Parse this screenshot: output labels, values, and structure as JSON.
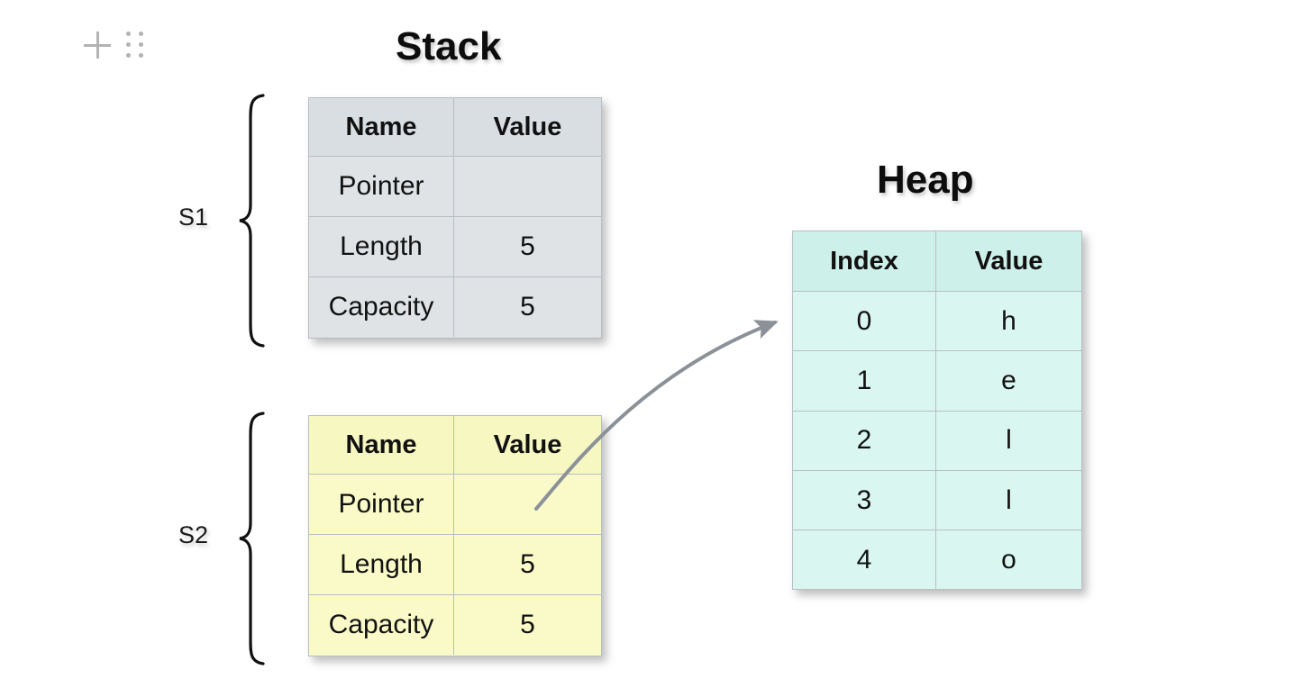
{
  "toolbar": {
    "add_icon": "plus-icon",
    "grid_icon": "grid-dots-icon"
  },
  "stack": {
    "title": "Stack",
    "frames": [
      {
        "label": "S1",
        "color": "#dfe3e6",
        "columns": [
          "Name",
          "Value"
        ],
        "rows": [
          {
            "name": "Pointer",
            "value": ""
          },
          {
            "name": "Length",
            "value": "5"
          },
          {
            "name": "Capacity",
            "value": "5"
          }
        ]
      },
      {
        "label": "S2",
        "color": "#fafac9",
        "columns": [
          "Name",
          "Value"
        ],
        "rows": [
          {
            "name": "Pointer",
            "value": ""
          },
          {
            "name": "Length",
            "value": "5"
          },
          {
            "name": "Capacity",
            "value": "5"
          }
        ]
      }
    ]
  },
  "heap": {
    "title": "Heap",
    "color": "#d9f6f0",
    "columns": [
      "Index",
      "Value"
    ],
    "rows": [
      {
        "index": "0",
        "value": "h"
      },
      {
        "index": "1",
        "value": "e"
      },
      {
        "index": "2",
        "value": "l"
      },
      {
        "index": "3",
        "value": "l"
      },
      {
        "index": "4",
        "value": "o"
      }
    ]
  },
  "arrow": {
    "name": "pointer-arrow",
    "from": "S2 Pointer value cell",
    "to": "Heap index 0 row",
    "color": "#8b9198"
  }
}
